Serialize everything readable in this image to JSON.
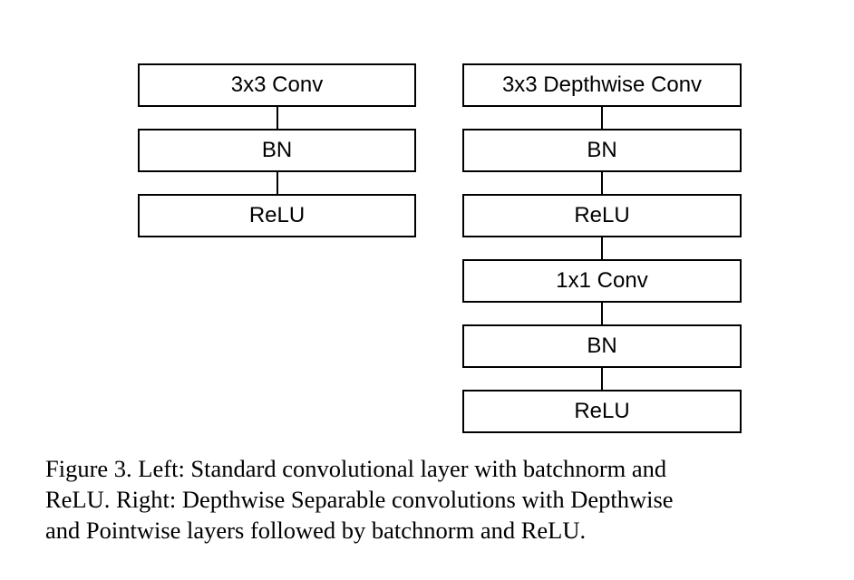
{
  "diagram": {
    "left_stack": [
      "3x3 Conv",
      "BN",
      "ReLU"
    ],
    "right_stack": [
      "3x3 Depthwise Conv",
      "BN",
      "ReLU",
      "1x1 Conv",
      "BN",
      "ReLU"
    ]
  },
  "caption": {
    "lines": [
      "Figure 3. Left:  Standard convolutional layer with batchnorm and",
      "ReLU. Right: Depthwise Separable convolutions with Depthwise",
      "and Pointwise layers followed by batchnorm and ReLU."
    ]
  }
}
